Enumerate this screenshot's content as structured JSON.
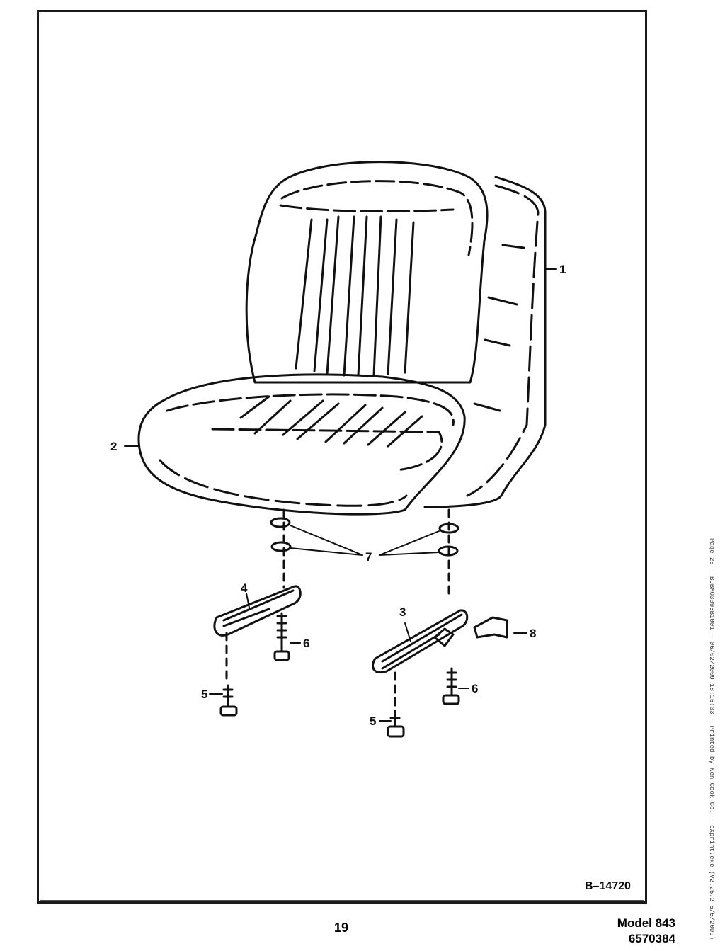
{
  "callouts": {
    "c1": "1",
    "c2": "2",
    "c3": "3",
    "c4": "4",
    "c5a": "5",
    "c5b": "5",
    "c6a": "6",
    "c6b": "6",
    "c7": "7",
    "c8": "8"
  },
  "drawing_id": "B–14720",
  "page_number": "19",
  "model": "Model 843",
  "part_number": "6570384",
  "side_note": "Page 28 - BOBMO3095B1001 - 06/02/2009 18:15:03 - Printed by Ken Cook Co. - eXprint.exe (v2.25.2 5/5/2009)"
}
